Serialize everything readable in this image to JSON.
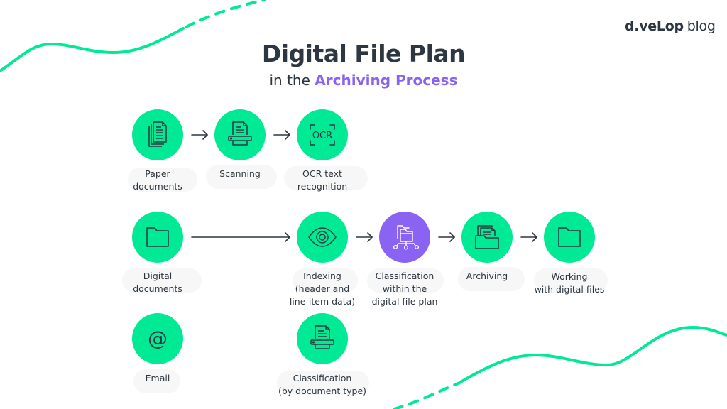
{
  "header": {
    "logo_brand": "d.veLop",
    "logo_suffix": "blog",
    "title": "Digital File Plan",
    "subtitle_prefix": "in the",
    "subtitle_accent": "Archiving Process"
  },
  "colors": {
    "node_green": "#00ea96",
    "node_purple": "#8b63f2",
    "text_dark": "#2d3741",
    "accent_purple": "#8b63f2",
    "decoration_line": "#00ea96"
  },
  "nodes": [
    {
      "id": "paper-documents",
      "icon": "documents-stack-icon",
      "label_lines": [
        "Paper",
        "documents"
      ]
    },
    {
      "id": "scanning",
      "icon": "scanner-icon",
      "label_lines": [
        "Scanning"
      ]
    },
    {
      "id": "ocr",
      "icon": "ocr-icon",
      "icon_text": "OCR",
      "label_lines": [
        "OCR text",
        "recognition"
      ]
    },
    {
      "id": "digital-documents",
      "icon": "folder-icon",
      "label_lines": [
        "Digital",
        "documents"
      ]
    },
    {
      "id": "indexing",
      "icon": "eye-icon",
      "label_lines": [
        "Indexing",
        "(header and",
        "line-item data)"
      ]
    },
    {
      "id": "classification-file-plan",
      "icon": "folder-network-icon",
      "label_lines": [
        "Classification",
        "within the",
        "digital file plan"
      ]
    },
    {
      "id": "archiving",
      "icon": "archive-folder-icon",
      "label_lines": [
        "Archiving"
      ]
    },
    {
      "id": "working",
      "icon": "folder-icon",
      "label_lines": [
        "Working",
        "with digital files"
      ]
    },
    {
      "id": "email",
      "icon": "at-sign-icon",
      "icon_text": "@",
      "label_lines": [
        "Email"
      ]
    },
    {
      "id": "classification-doc-type",
      "icon": "scanner-icon",
      "label_lines": [
        "Classification",
        "(by document type)"
      ]
    }
  ],
  "edges": [
    {
      "from": "paper-documents",
      "to": "scanning"
    },
    {
      "from": "scanning",
      "to": "ocr"
    },
    {
      "from": "digital-documents",
      "to": "indexing"
    },
    {
      "from": "indexing",
      "to": "classification-file-plan"
    },
    {
      "from": "classification-file-plan",
      "to": "archiving"
    },
    {
      "from": "archiving",
      "to": "working"
    }
  ]
}
